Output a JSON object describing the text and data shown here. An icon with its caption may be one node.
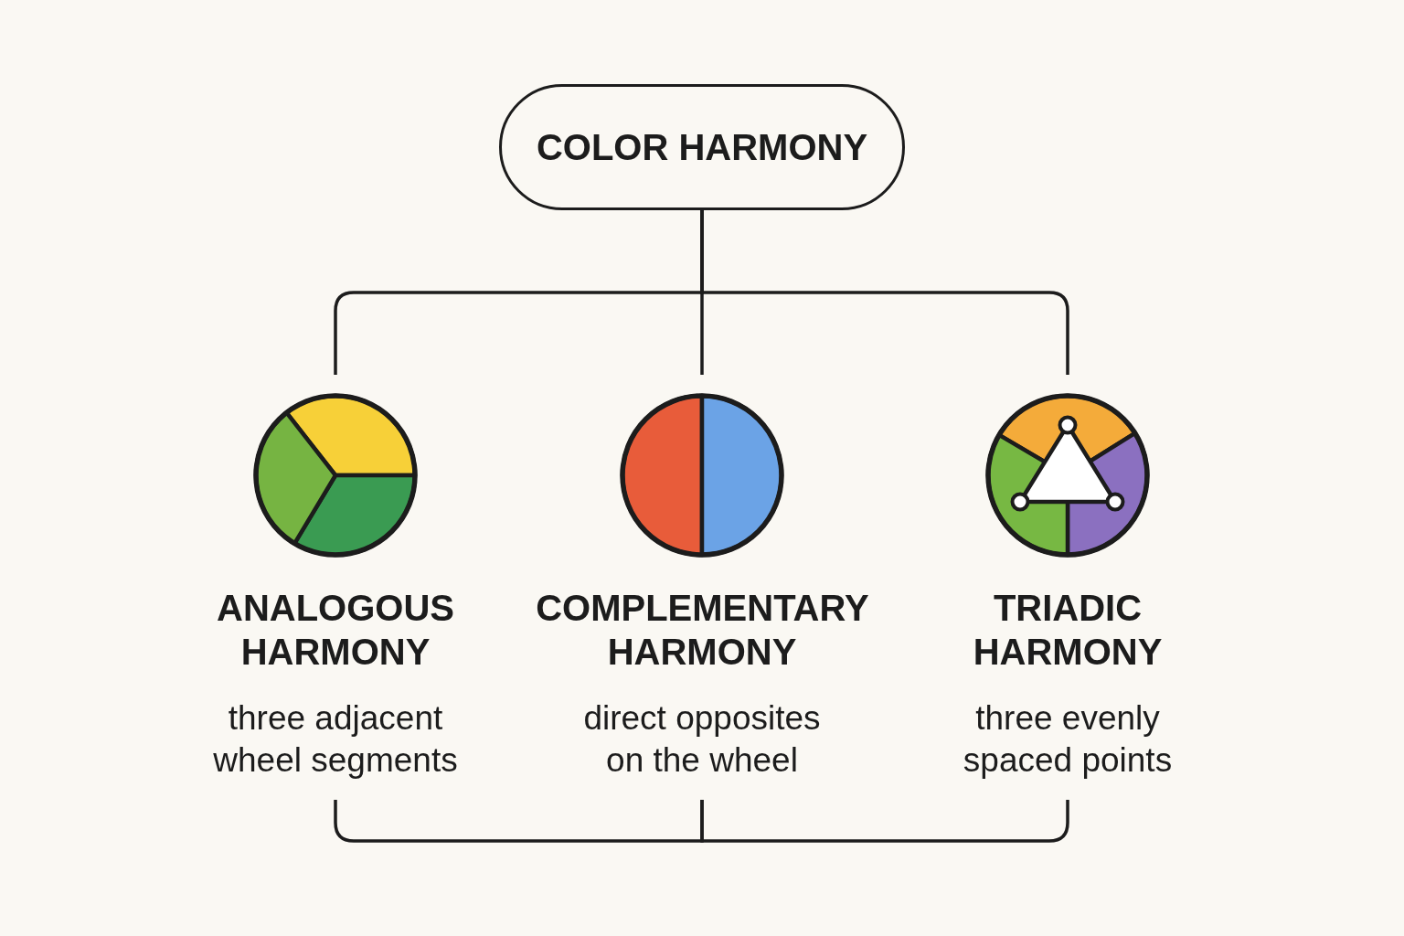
{
  "diagram": {
    "nodes": [
      {
        "text": [
          "COLOR HARMONY"
        ]
      },
      {
        "text": [
          "ANALOGOUS HARMONY",
          "three adjacent wheel segments"
        ]
      },
      {
        "text": [
          "COMPLEMENTARY HARMONY",
          "direct opposites on the wheel"
        ]
      },
      {
        "text": [
          "TRIADIC HARMONY",
          "three evenly spaced points"
        ]
      }
    ],
    "edges": [
      {
        "from": 0,
        "to": 1,
        "arrow": "none"
      },
      {
        "from": 0,
        "to": 2,
        "arrow": "none"
      },
      {
        "from": 0,
        "to": 3,
        "arrow": "none"
      },
      {
        "from": 1,
        "to": 2,
        "arrow": "none"
      },
      {
        "from": 2,
        "to": 3,
        "arrow": "none"
      }
    ]
  }
}
